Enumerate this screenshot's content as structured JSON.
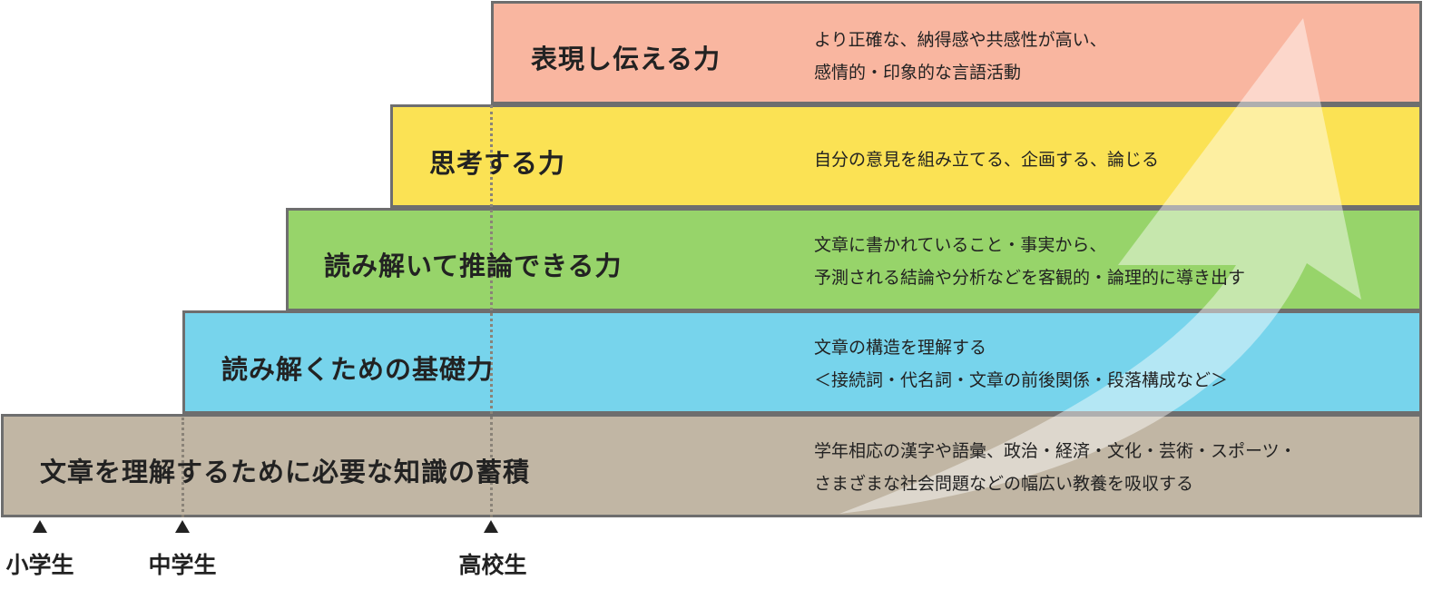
{
  "levels": [
    {
      "title": "表現し伝える力",
      "desc": [
        "より正確な、納得感や共感性が高い、",
        "感情的・印象的な言語活動"
      ],
      "color": "#f9b6a0"
    },
    {
      "title": "思考する力",
      "desc": [
        "自分の意見を組み立てる、企画する、論じる"
      ],
      "color": "#fbe254"
    },
    {
      "title": "読み解いて推論できる力",
      "desc": [
        "文章に書かれていること・事実から、",
        "予測される結論や分析などを客観的・論理的に導き出す"
      ],
      "color": "#97d46a"
    },
    {
      "title": "読み解くための基礎力",
      "desc": [
        "文章の構造を理解する",
        "＜接続詞・代名詞・文章の前後関係・段落構成など＞"
      ],
      "color": "#77d4ec"
    },
    {
      "title": "文章を理解するために必要な知識の蓄積",
      "desc": [
        "学年相応の漢字や語彙、政治・経済・文化・芸術・スポーツ・",
        "さまざまな社会問題などの幅広い教養を吸収する"
      ],
      "color": "#c1b6a4"
    }
  ],
  "stages": [
    "小学生",
    "中学生",
    "高校生"
  ]
}
